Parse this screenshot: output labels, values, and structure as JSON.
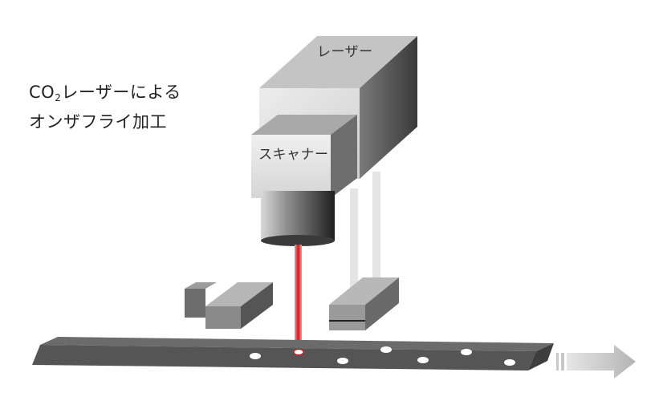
{
  "title": {
    "line1_prefix": "CO",
    "line1_sub": "2",
    "line1_suffix": "レーザーによる",
    "line2": "オンザフライ加工"
  },
  "labels": {
    "laser": "レーザー",
    "scanner": "スキャナー"
  },
  "colors": {
    "beam": "#d8141b",
    "strip": "#5a5a5a",
    "arrow": "#c8c8c8"
  }
}
